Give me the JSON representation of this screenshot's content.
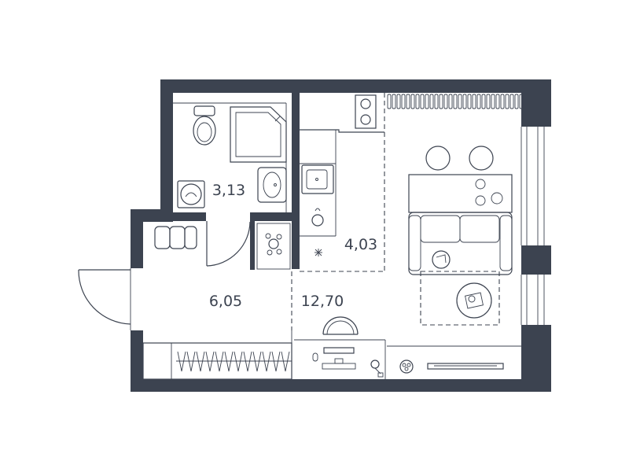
{
  "colors": {
    "wall": "#3c4350",
    "line": "#3c4350",
    "background": "#ffffff"
  },
  "rooms": [
    {
      "id": "bathroom",
      "area": "3,13"
    },
    {
      "id": "kitchen",
      "area": "4,03"
    },
    {
      "id": "hallway",
      "area": "6,05"
    },
    {
      "id": "living",
      "area": "12,70"
    }
  ],
  "icons": [
    "toilet-icon",
    "shower-icon",
    "sink-icon",
    "washing-machine-icon",
    "stove-icon",
    "kitchen-sink-icon",
    "dining-table-icon",
    "sofa-icon",
    "armchair-icon",
    "round-table-icon",
    "desk-icon",
    "tv-stand-icon",
    "plant-icon",
    "wardrobe-icon",
    "shoe-rack-icon",
    "entrance-door-icon"
  ]
}
